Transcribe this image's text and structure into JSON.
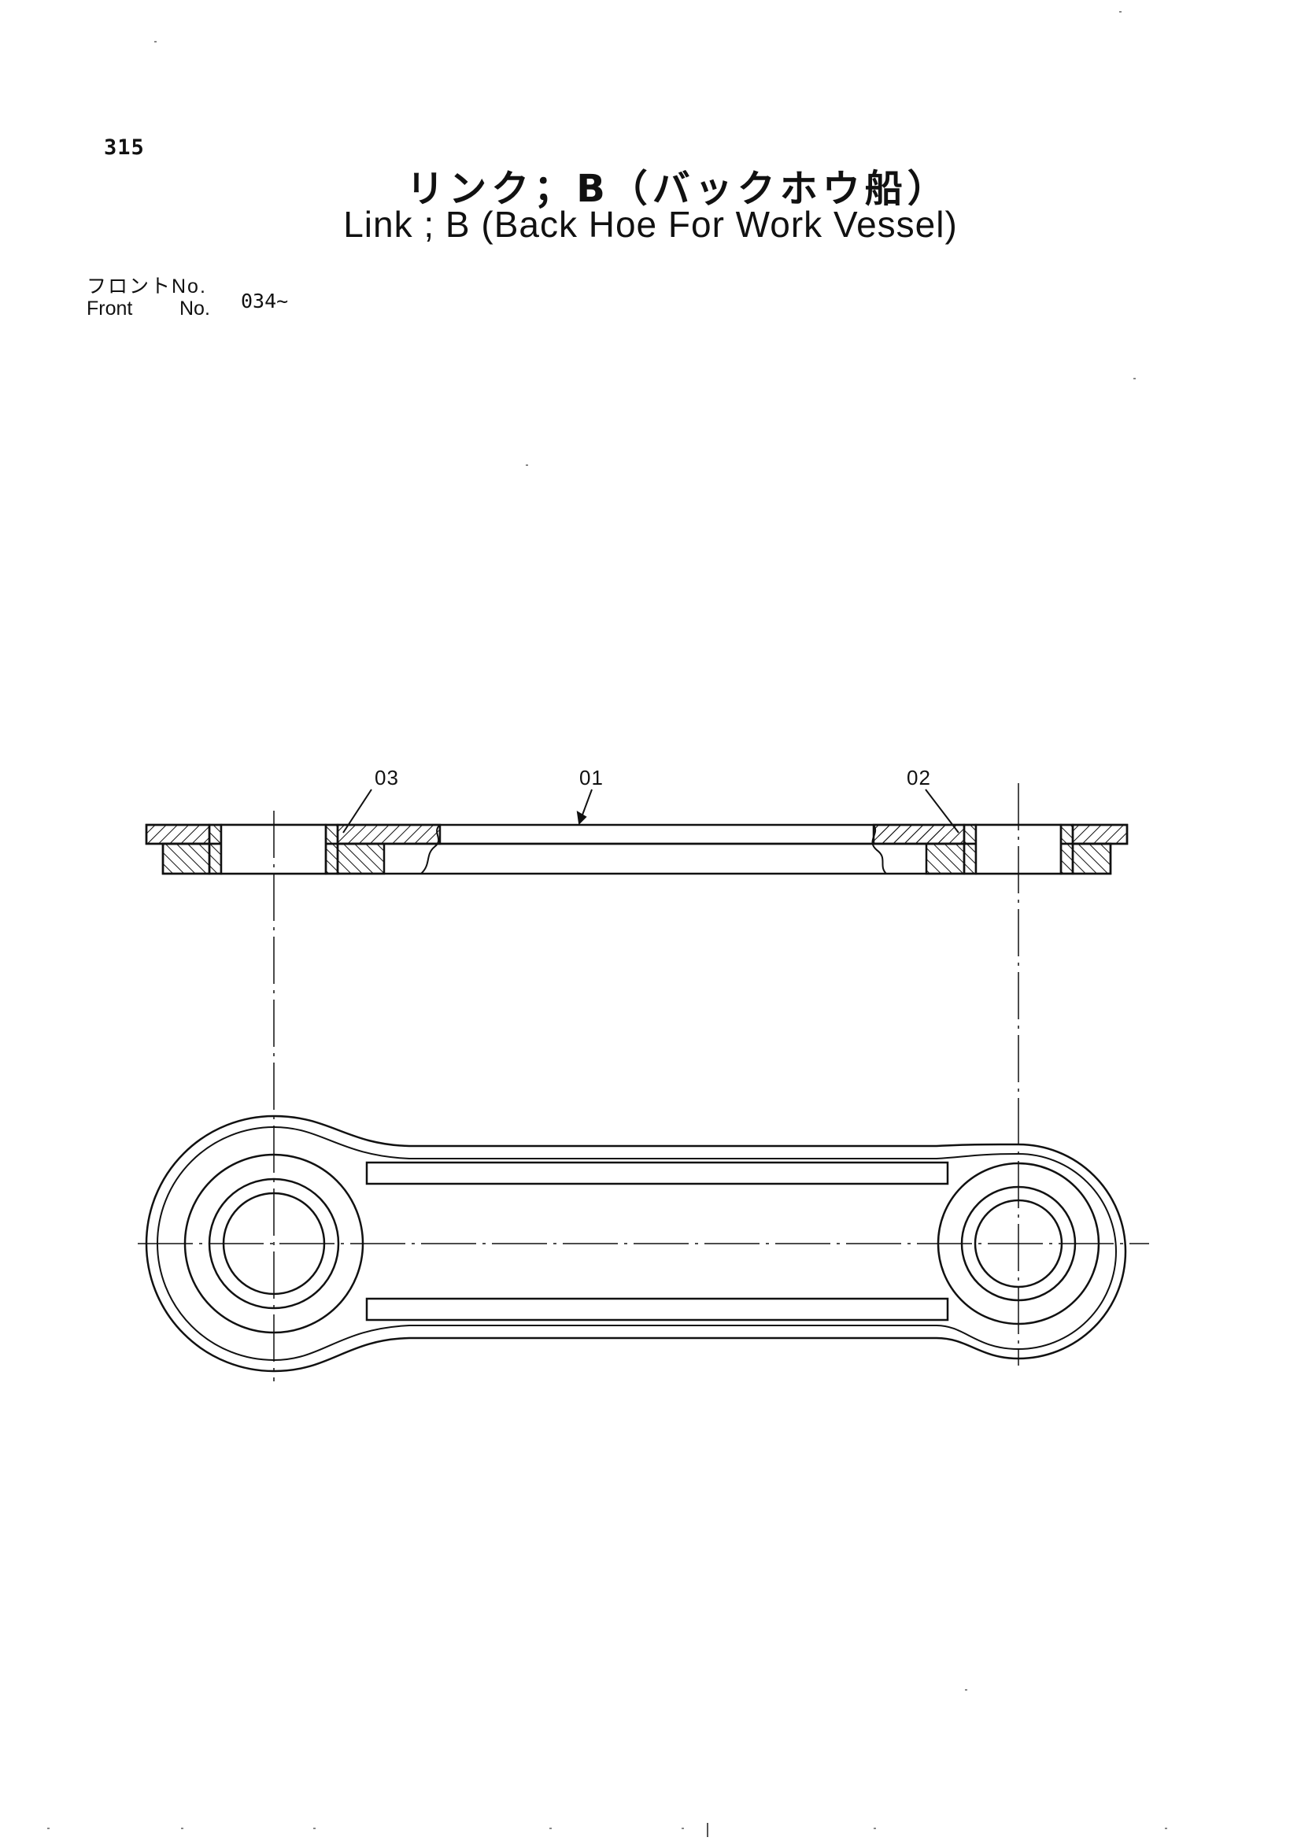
{
  "page": {
    "number": "315"
  },
  "title": {
    "japanese": "リンク；B（バックホウ船）",
    "english": "Link ; B (Back Hoe For Work Vessel)"
  },
  "front": {
    "label_japanese": "フロントNo.",
    "label_english_front": "Front",
    "label_english_no": "No.",
    "value": "034~"
  },
  "diagram": {
    "callouts": [
      {
        "id": "callout-03",
        "text": "03"
      },
      {
        "id": "callout-01",
        "text": "01"
      },
      {
        "id": "callout-02",
        "text": "02"
      }
    ]
  }
}
